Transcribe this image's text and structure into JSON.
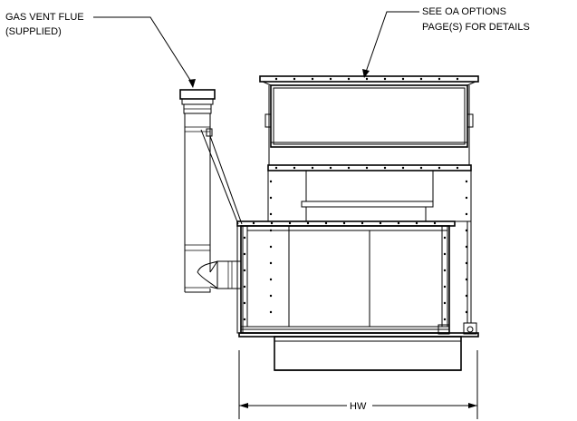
{
  "callouts": {
    "flue_line1": "GAS VENT FLUE",
    "flue_line2": "(SUPPLIED)",
    "oa_line1": "SEE OA OPTIONS",
    "oa_line2": "PAGE(S) FOR DETAILS"
  },
  "dimension": {
    "label": "HW"
  }
}
